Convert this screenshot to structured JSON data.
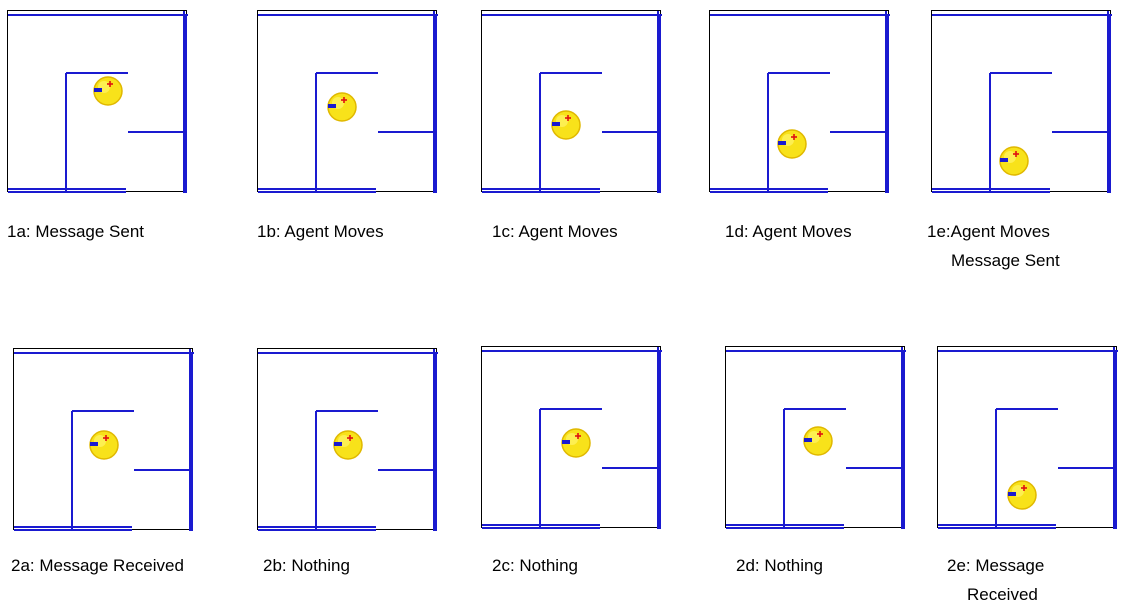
{
  "colors": {
    "wall": "#1a1ad0",
    "frame": "#000000",
    "agent_body": "#f8e21a",
    "agent_outline": "#e0b800",
    "agent_mark": "#e01010",
    "agent_mouth": "#1a1ad0"
  },
  "icon": "agent-icon",
  "rows": [
    {
      "panels": [
        {
          "id": "1a",
          "caption_line1": "1a: Message Sent",
          "caption_line2": ""
        },
        {
          "id": "1b",
          "caption_line1": "1b: Agent Moves",
          "caption_line2": ""
        },
        {
          "id": "1c",
          "caption_line1": "1c: Agent Moves",
          "caption_line2": ""
        },
        {
          "id": "1d",
          "caption_line1": "1d: Agent Moves",
          "caption_line2": ""
        },
        {
          "id": "1e",
          "caption_line1": "1e:Agent Moves",
          "caption_line2": "Message Sent"
        }
      ]
    },
    {
      "panels": [
        {
          "id": "2a",
          "caption_line1": "2a: Message Received",
          "caption_line2": ""
        },
        {
          "id": "2b",
          "caption_line1": "2b: Nothing",
          "caption_line2": ""
        },
        {
          "id": "2c",
          "caption_line1": "2c: Nothing",
          "caption_line2": ""
        },
        {
          "id": "2d",
          "caption_line1": "2d: Nothing",
          "caption_line2": ""
        },
        {
          "id": "2e",
          "caption_line1": "2e: Message",
          "caption_line2": "Received"
        }
      ]
    }
  ]
}
